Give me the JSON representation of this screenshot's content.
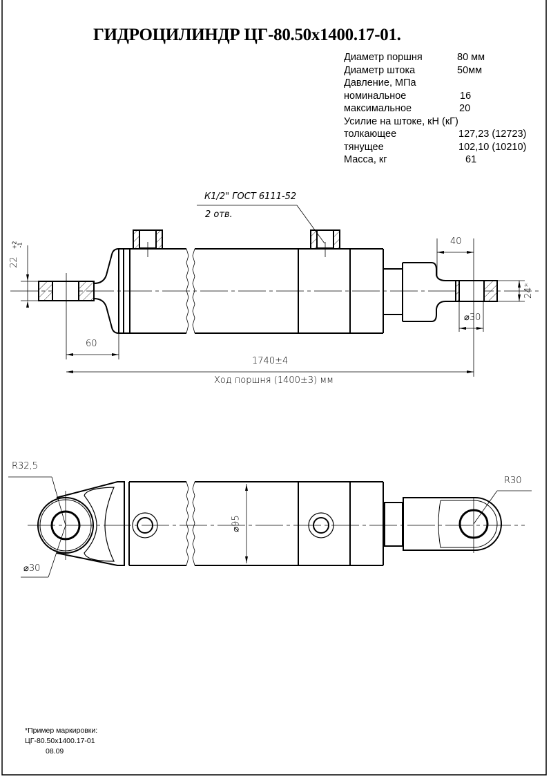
{
  "title": "ГИДРОЦИЛИНДР ЦГ-80.50х1400.17-01.",
  "specs": [
    {
      "label": "Диаметр поршня",
      "value": "80 мм"
    },
    {
      "label": "Диаметр штока",
      "value": "50мм"
    },
    {
      "label": "Давление, МПа",
      "value": ""
    },
    {
      "label": "номинальное",
      "value": "16"
    },
    {
      "label": "максимальное",
      "value": "20"
    },
    {
      "label": "Усилие на штоке, кН (кГ)",
      "value": ""
    },
    {
      "label": "толкающее",
      "value": "127,23 (12723)"
    },
    {
      "label": "тянущее",
      "value": "102,10 (10210)"
    },
    {
      "label": "Масса, кг",
      "value": "61"
    }
  ],
  "side_view": {
    "port_callout": "К1/2\" ГОСТ 6111-52",
    "port_count": "2 отв.",
    "dim_eye_width": "22",
    "dim_eye_width_tol_upper": "+2",
    "dim_eye_width_tol_lower": "-1",
    "dim_eye_offset": "60",
    "dim_total_length": "1740±4",
    "stroke_label": "Ход поршня (1400±3) мм",
    "dim_rod_eye": "40",
    "dim_rod_bore": "⌀30",
    "dim_rod_eye_width": "24*"
  },
  "top_view": {
    "dim_left_radius": "R32,5",
    "dim_left_bore": "⌀30",
    "dim_body_diameter": "⌀95",
    "dim_right_radius": "R30"
  },
  "footer": {
    "marking_label": "*Пример маркировки:",
    "marking_code": "ЦГ-80.50х1400.17-01",
    "marking_date": "08.09"
  }
}
